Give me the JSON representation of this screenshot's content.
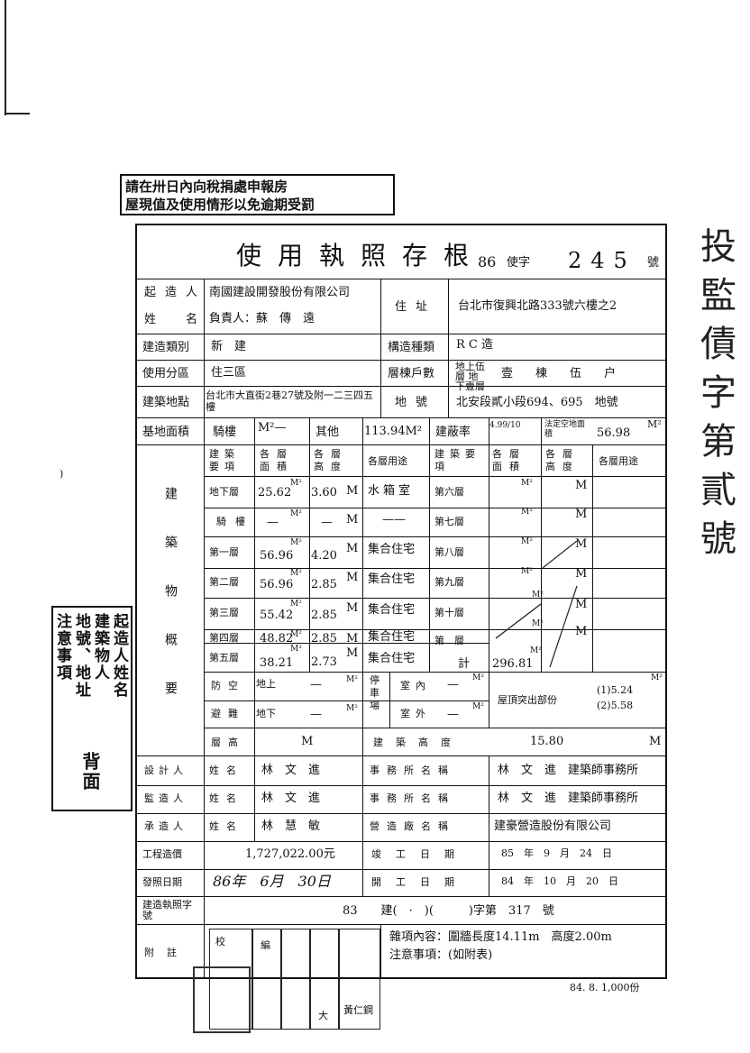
{
  "notice": {
    "line1": "請在卅日內向稅捐處申報房",
    "line2": "屋現值及使用情形以免逾期受罰"
  },
  "sidebar_note": {
    "col1": "注意事項",
    "col2": "地號、地址",
    "col3": "建築物人",
    "col4": "起造人姓名",
    "back": "背面"
  },
  "title": "使用執照存根",
  "permit_no": {
    "year": "86",
    "word": "使字",
    "number": "245",
    "suffix": "號"
  },
  "right_margin": {
    "text": "投監債字第貳號"
  },
  "labels": {
    "applicant": "起造人\n姓名",
    "address": "住址",
    "build_type": "建造類別",
    "structure": "構造種類",
    "zone": "使用分區",
    "floors_units": "層棟戶數",
    "site_location": "建築地點",
    "lot": "地號",
    "site_area": "基地面積",
    "arcade": "騎樓",
    "other": "其他",
    "coverage": "建蔽率",
    "legal_open": "法定空地面積",
    "building_overview": "建築物概要",
    "item": "建築要項",
    "area": "各層面積",
    "height": "各層高度",
    "use": "各層用途",
    "shelter": "防空避難",
    "parking": "停車場",
    "indoor": "室內",
    "outdoor": "室外",
    "roof": "屋頂突出部份",
    "floor_height": "層高",
    "bldg_height": "建築高度",
    "designer": "設計人",
    "supervisor": "監造人",
    "contractor": "承造人",
    "name": "姓名",
    "office": "事務所名稱",
    "firm": "營造廠名稱",
    "cost": "工程造價",
    "issue_date": "發照日期",
    "finish": "竣工日期",
    "start": "開工日期",
    "build_permit": "建造執照字號",
    "remarks": "附註"
  },
  "values": {
    "company": "南國建設開發股份有限公司",
    "rep": "負責人：蘇　傳　遠",
    "address": "台北市復興北路333號六樓之2",
    "build_type": "新　建",
    "structure": "R C 造",
    "zone": "住三區",
    "floors": "地上伍層 地下壹層",
    "units": "壹　棟　伍　户",
    "site": "台北市大直街2巷27號及附一二三四五樓",
    "lot": "北安段貳小段694、695　地號",
    "arcade_area": "M²—",
    "other_area": "113.94M²",
    "coverage": "4.99/10",
    "open_area": "56.98",
    "open_unit": "M²",
    "floor_height_val": "M",
    "bldg_height_val": "15.80",
    "bldg_height_unit": "M",
    "roof1": "(1)5.24",
    "roof2": "(2)5.58",
    "roof_unit": "M²",
    "designer_name": "林　文　進",
    "designer_office": "林　文　進　建築師事務所",
    "supervisor_name": "林　文　進",
    "supervisor_office": "林　文　進　建築師事務所",
    "contractor_name": "林　慧　敏",
    "contractor_firm": "建豪營造股份有限公司",
    "cost": "1,727,022.00元",
    "finish": "85　年　9　月　24　日",
    "issue": "86年　6月　30日",
    "start": "84　年　10　月　20　日",
    "build_permit": "83　　建(　·　)(　　　)字第　317　號",
    "remark1": "雜項內容：圍牆長度14.11m　高度2.00m",
    "remark2": "注意事項：(如附表)",
    "footer": "84. 8. 1,000份",
    "total_label": "計",
    "total": "296.81",
    "total_unit": "M²"
  },
  "floors_left": [
    {
      "label": "地下層",
      "area": "25.62",
      "height": "3.60",
      "use": "水箱室"
    },
    {
      "label": "騎樓",
      "area": "—",
      "height": "—",
      "use": "——"
    },
    {
      "label": "第一層",
      "area": "56.96",
      "height": "4.20",
      "use": "集合住宅"
    },
    {
      "label": "第二層",
      "area": "56.96",
      "height": "2.85",
      "use": "集合住宅"
    },
    {
      "label": "第三層",
      "area": "55.42",
      "height": "2.85",
      "use": "集合住宅"
    },
    {
      "label": "第四層",
      "area": "48.82",
      "height": "2.85",
      "use": "集合住宅"
    },
    {
      "label": "第五層",
      "area": "38.21",
      "height": "2.73",
      "use": "集合住宅"
    }
  ],
  "floors_right": [
    "第六層",
    "第七層",
    "第八層",
    "第九層",
    "第十層",
    "第　層"
  ],
  "units": {
    "m2": "M²",
    "m": "M"
  },
  "shelter": {
    "above": "地上",
    "below": "地下",
    "dash": "—"
  },
  "stamps": [
    "校",
    "編",
    "大",
    "黃仁鋼"
  ]
}
